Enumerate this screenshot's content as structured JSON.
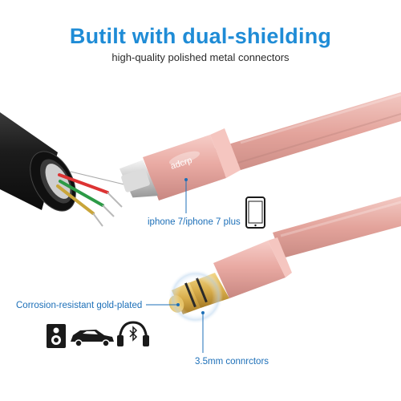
{
  "headline": "Butilt with dual-shielding",
  "subheadline": "high-quality polished metal connectors",
  "brand_mark": "adcrp",
  "callouts": {
    "iphone_models": "iphone 7/iphone 7 plus",
    "gold_plated": "Corrosion-resistant gold-plated",
    "jack_size": "3.5mm connrctors"
  },
  "icons": [
    "speaker-icon",
    "car-icon",
    "bluetooth-headphones-icon",
    "phone-icon"
  ],
  "colors": {
    "accent_blue": "#1f8cd6",
    "rose_gold": "#e8a8a2",
    "cable_black": "#1a1a1a"
  }
}
